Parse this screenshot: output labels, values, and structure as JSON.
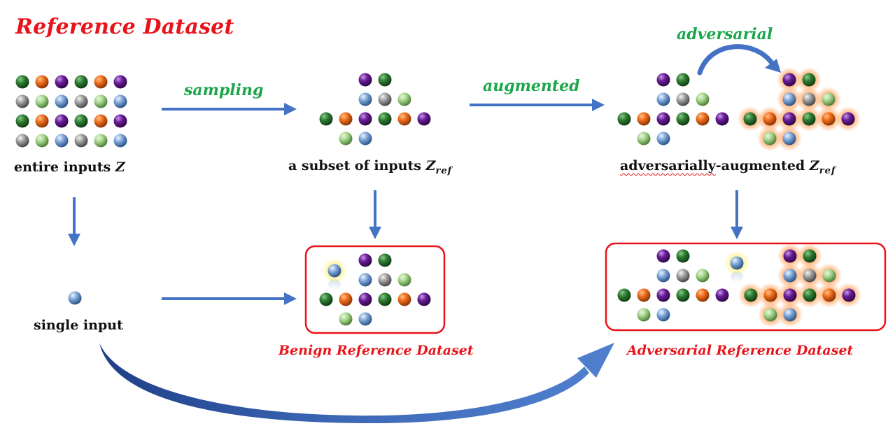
{
  "title": "Reference Dataset",
  "steps": {
    "sampling": "sampling",
    "augmented": "augmented",
    "adversarial": "adversarial"
  },
  "labels": {
    "entire_inputs": "entire inputs",
    "entire_inputs_var": "Z",
    "subset": "a subset of inputs",
    "subset_var": "Z",
    "subset_sub": "ref",
    "adv_aug_word": "adversarially",
    "adv_aug_rest": "-augmented",
    "adv_aug_var": "Z",
    "adv_aug_sub": "ref",
    "single_input": "single input"
  },
  "datasets": {
    "benign": "Benign Reference Dataset",
    "adversarial": "Adversarial Reference Dataset"
  },
  "colors": {
    "title_red": "#e8141b",
    "step_green": "#1aa64b",
    "arrow_blue": "#4472c4",
    "ball_green": "#2e7d32",
    "ball_orange": "#ef6c1a",
    "ball_purple": "#6a1b9a",
    "ball_gray": "#9e9e9e",
    "ball_lightgreen": "#a5d68c",
    "ball_blue": "#7ea6d8",
    "glow_orange": "#ff9a4d",
    "glow_yellow": "#fff59d"
  },
  "grids": {
    "entire": [
      [
        "G",
        "O",
        "P",
        "G",
        "O",
        "P"
      ],
      [
        "Y",
        "L",
        "B",
        "Y",
        "L",
        "B"
      ],
      [
        "G",
        "O",
        "P",
        "G",
        "O",
        "P"
      ],
      [
        "Y",
        "L",
        "B",
        "Y",
        "L",
        "B"
      ]
    ],
    "subset": [
      [
        "",
        "",
        "P",
        "G",
        "",
        "",
        ""
      ],
      [
        "",
        "",
        "B",
        "Y",
        "L",
        "",
        ""
      ],
      [
        "G",
        "O",
        "P",
        "G",
        "O",
        "P",
        ""
      ],
      [
        "",
        "L",
        "B",
        "",
        "",
        "",
        ""
      ]
    ],
    "subset_adv": [
      [
        "",
        "",
        "P",
        "G",
        ""
      ],
      [
        "",
        "",
        "B",
        "Y",
        "L"
      ],
      [
        "G",
        "O",
        "P",
        "G",
        "O",
        "P"
      ],
      [
        "",
        "L",
        "B",
        "",
        ""
      ]
    ]
  }
}
